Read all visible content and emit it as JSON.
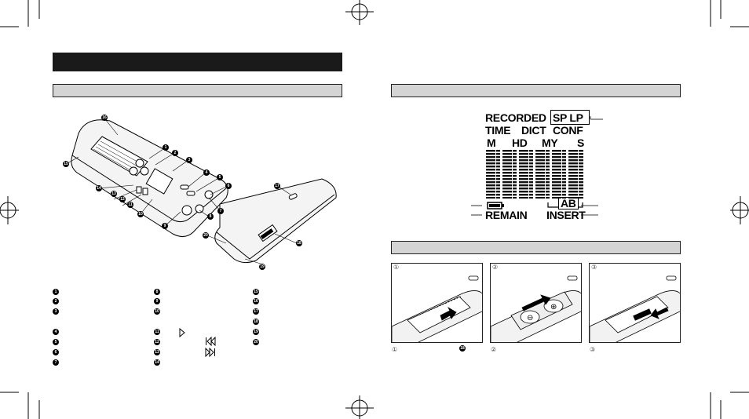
{
  "lcd": {
    "recorded": "RECORDED",
    "sp_lp": "SP LP",
    "time": "TIME",
    "dict": "DICT",
    "conf": "CONF",
    "m": "M",
    "hd": "HD",
    "my": "MY",
    "s": "S",
    "ab": "AB",
    "remain": "REMAIN",
    "insert": "INSERT"
  },
  "device_callouts": [
    "16",
    "1",
    "2",
    "3",
    "4",
    "5",
    "6",
    "7",
    "8",
    "9",
    "10",
    "11",
    "12",
    "13",
    "14",
    "15",
    "17",
    "18",
    "19",
    "20"
  ],
  "legend": {
    "col1": [
      "1",
      "2",
      "3",
      "4",
      "5",
      "6",
      "7"
    ],
    "col2": [
      "8",
      "9",
      "10",
      "11",
      "12",
      "13",
      "14"
    ],
    "col3": [
      "15",
      "16",
      "17",
      "18",
      "19",
      "20"
    ]
  },
  "steps": {
    "step1": "①",
    "step2": "②",
    "step3": "③",
    "step1_callout": "18"
  },
  "colors": {
    "heading_bar": "#1a1a1a",
    "section_bar": "#d4d4d4"
  }
}
